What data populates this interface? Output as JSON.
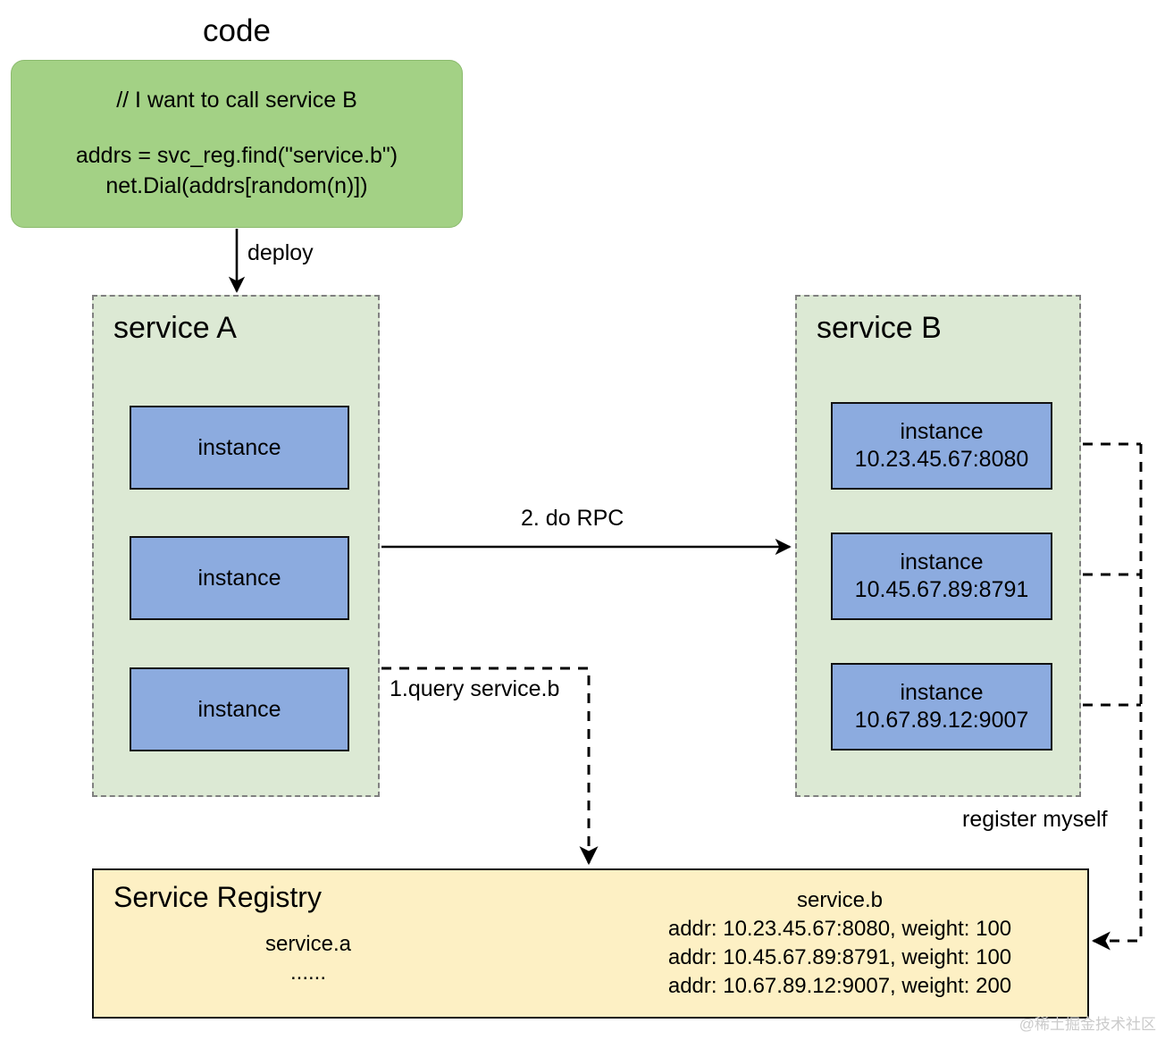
{
  "code_block": {
    "title": "code",
    "comment": "// I want to call service B",
    "lines": [
      "addrs = svc_reg.find(\"service.b\")",
      "net.Dial(addrs[random(n)])"
    ]
  },
  "service_a": {
    "title": "service A",
    "instances": [
      {
        "label": "instance",
        "addr": ""
      },
      {
        "label": "instance",
        "addr": ""
      },
      {
        "label": "instance",
        "addr": ""
      }
    ]
  },
  "service_b": {
    "title": "service B",
    "instances": [
      {
        "label": "instance",
        "addr": "10.23.45.67:8080"
      },
      {
        "label": "instance",
        "addr": "10.45.67.89:8791"
      },
      {
        "label": "instance",
        "addr": "10.67.89.12:9007"
      }
    ]
  },
  "registry": {
    "title": "Service Registry",
    "left_column": {
      "service_name": "service.a",
      "ellipsis": "......"
    },
    "right_column": {
      "service_name": "service.b",
      "entries": [
        "addr: 10.23.45.67:8080, weight: 100",
        "addr: 10.45.67.89:8791, weight: 100",
        "addr: 10.67.89.12:9007, weight: 200"
      ]
    }
  },
  "edges": {
    "deploy": "deploy",
    "rpc": "2. do RPC",
    "query": "1.query service.b",
    "register": "register myself"
  },
  "watermark": "@稀土掘金技术社区",
  "colors": {
    "code_fill": "#a3d185",
    "service_fill": "#dce9d4",
    "service_border": "#808080",
    "instance_fill": "#8cabdf",
    "instance_border": "#111111",
    "registry_fill": "#fdf0c4",
    "registry_border": "#111111",
    "edge": "#000000",
    "watermark": "#cbcbcb"
  }
}
